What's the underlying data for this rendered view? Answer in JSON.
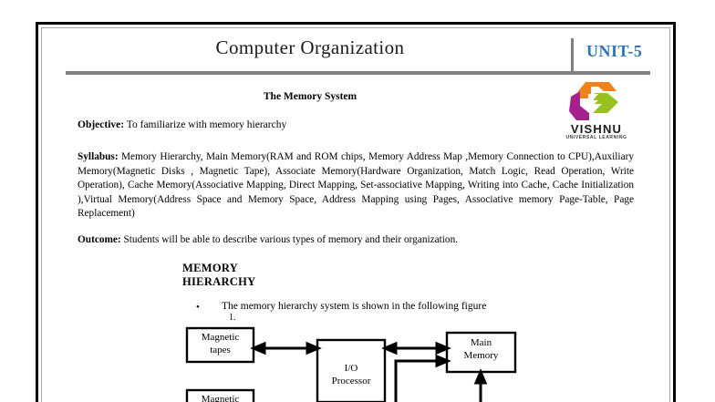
{
  "document": {
    "title": "Computer Organization",
    "unit_label": "UNIT-5",
    "subtitle": "The Memory System"
  },
  "logo": {
    "name": "vishnu-logo",
    "wordmark": "VISHNU",
    "tagline": "UNIVERSAL LEARNING",
    "colors": {
      "orange": "#F0821E",
      "magenta": "#A5228D",
      "green": "#97C11F"
    }
  },
  "colors": {
    "unit_blue": "#2E74B5",
    "rule_grey": "#808080",
    "border_black": "#000000",
    "border_grey": "#A6A6A6"
  },
  "sections": {
    "objective": {
      "label": "Objective:",
      "text": "To familiarize with memory hierarchy"
    },
    "syllabus": {
      "label": "Syllabus:",
      "text": "Memory Hierarchy, Main Memory(RAM and ROM chips, Memory Address Map ,Memory Connection to CPU),Auxiliary Memory(Magnetic Disks , Magnetic Tape), Associate Memory(Hardware Organization, Match Logic, Read Operation, Write Operation), Cache Memory(Associative Mapping, Direct Mapping, Set-associative Mapping, Writing into Cache, Cache Initialization ),Virtual Memory(Address Space and Memory Space, Address Mapping using Pages, Associative  memory Page-Table, Page Replacement)"
    },
    "outcome": {
      "label": "Outcome:",
      "text": "Students will be able to describe various types of memory and their organization."
    },
    "memory_hierarchy": {
      "heading_line1": "MEMORY",
      "heading_line2": "HIERARCHY",
      "bullet_marker": "•",
      "bullet_text": "The memory hierarchy system is shown in the following figure",
      "figure_number": "1."
    }
  },
  "diagram": {
    "name": "memory-hierarchy-figure",
    "boxes": [
      {
        "id": "magnetic-tapes",
        "line1": "Magnetic",
        "line2": "tapes"
      },
      {
        "id": "io-processor",
        "line1": "I/O",
        "line2": "Processor"
      },
      {
        "id": "main-memory",
        "line1": "Main",
        "line2": "Memory"
      },
      {
        "id": "magnetic-disks",
        "line1": "Magnetic",
        "line2": ""
      }
    ]
  }
}
